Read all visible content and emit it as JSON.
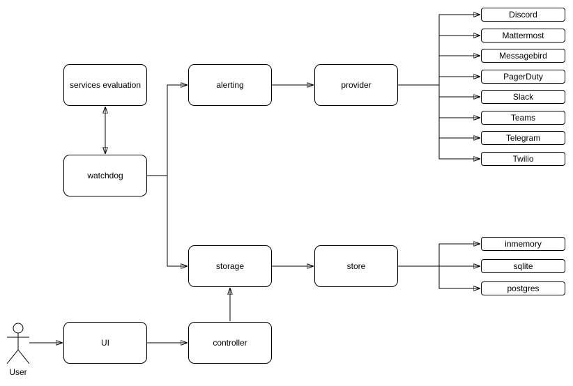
{
  "diagram": {
    "colors": {
      "stroke": "#000000",
      "box_fill": "#ffffff",
      "background": "#ffffff",
      "text": "#000000"
    },
    "nodes": {
      "services_evaluation": "services evaluation",
      "watchdog": "watchdog",
      "alerting": "alerting",
      "provider": "provider",
      "storage": "storage",
      "store": "store",
      "ui": "UI",
      "controller": "controller"
    },
    "actor": {
      "label": "User"
    },
    "alert_providers": [
      "Discord",
      "Mattermost",
      "Messagebird",
      "PagerDuty",
      "Slack",
      "Teams",
      "Telegram",
      "Twilio"
    ],
    "store_backends": [
      "inmemory",
      "sqlite",
      "postgres"
    ]
  }
}
